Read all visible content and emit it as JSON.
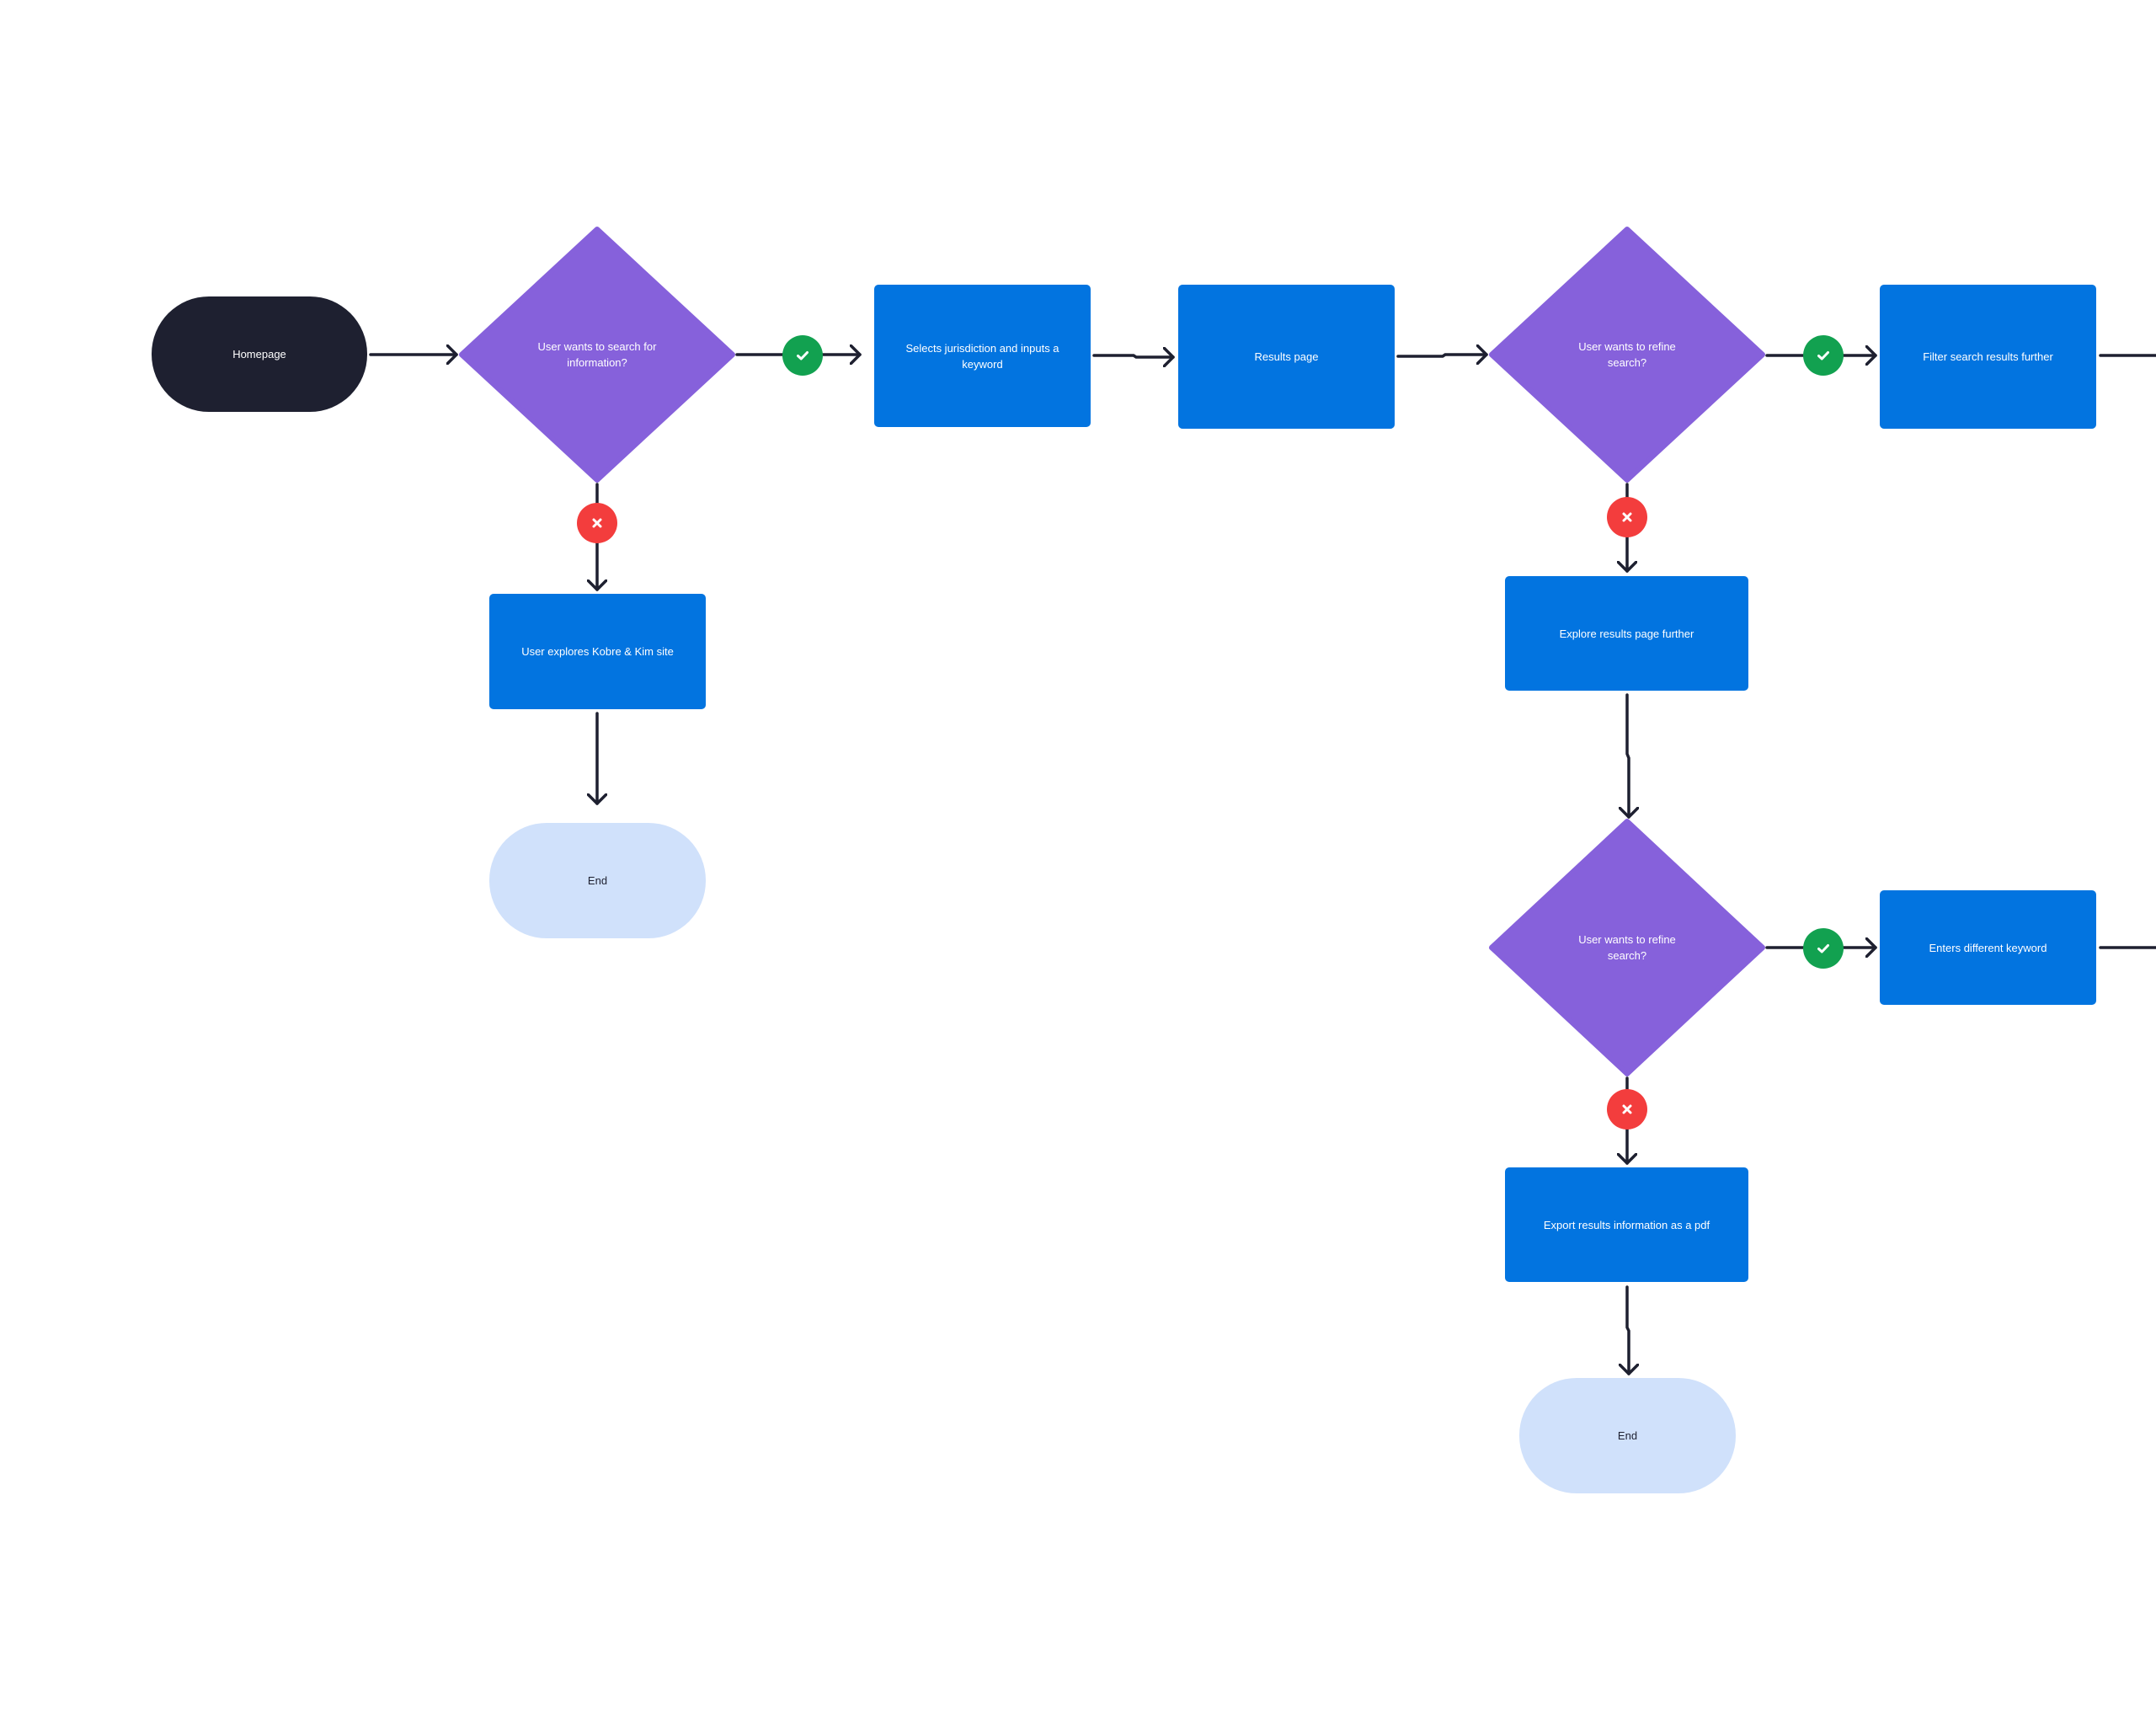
{
  "colors": {
    "start": "#1e2030",
    "process": "#0274e0",
    "decision": "#8661db",
    "end": "#d0e1fb",
    "yes": "#12a150",
    "no": "#f33d3d",
    "connector": "#1e2030"
  },
  "nodes": {
    "homepage": "Homepage",
    "decision_search": "User wants to search for information?",
    "explore_site": "User explores Kobre & Kim site",
    "end_1": "End",
    "select_jurisdiction": "Selects jurisdiction and inputs a keyword",
    "results_page": "Results page",
    "decision_refine_1": "User wants to refine search?",
    "filter_results": "Filter search results further",
    "explore_results": "Explore results page further",
    "decision_refine_2": "User wants to refine search?",
    "enter_keyword": "Enters different keyword",
    "export_pdf": "Export results information as a pdf",
    "end_2": "End"
  },
  "badges": {
    "yes_icon": "check-icon",
    "no_icon": "close-icon"
  }
}
